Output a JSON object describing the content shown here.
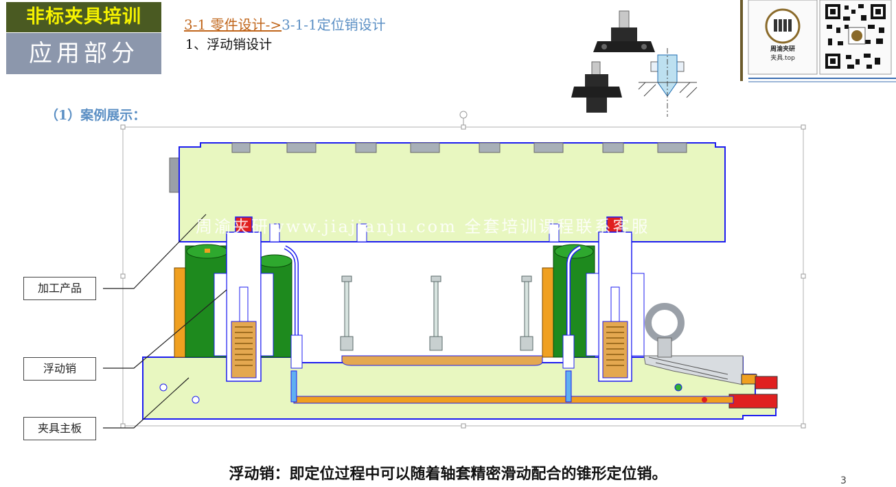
{
  "header": {
    "brand_title": "非标夹具培训",
    "section": "应用部分",
    "breadcrumb_part1": "3-1 零件设计->",
    "breadcrumb_part2": "3-1-1定位销设计",
    "subtitle": "1、浮动销设计"
  },
  "logo": {
    "brand_name": "周渝夹研",
    "brand_site": "夹具.top"
  },
  "case_heading": "（1）案例展示：",
  "diagram": {
    "watermark": "周渝夹研www.jiajianju.com 全套培训课程联系客服",
    "callouts": {
      "workpiece": "加工产品",
      "floating_pin": "浮动销",
      "base_plate": "夹具主板"
    }
  },
  "footer": {
    "description": "浮动销：即定位过程中可以随着轴套精密滑动配合的锥形定位销。",
    "page_number": "3"
  },
  "colors": {
    "brand_bg": "#4a5a22",
    "brand_text": "#f5f200",
    "section_bg": "#8c97ac",
    "breadcrumb_orange": "#c0651a",
    "breadcrumb_blue": "#5b8fc4",
    "part_fill": "#e8f7c0",
    "outline_blue": "#1c1cf0",
    "cylinder_green": "#1e8a1e"
  }
}
